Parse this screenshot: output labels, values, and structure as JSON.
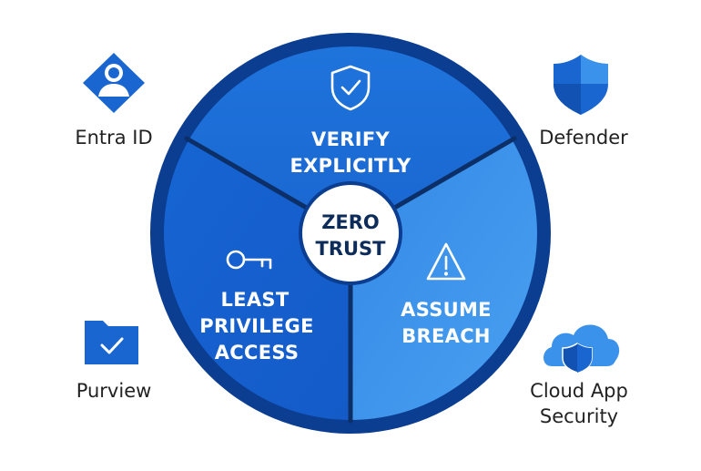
{
  "colors": {
    "ring": "#0b3d91",
    "segment_top": "#1a6bd6",
    "segment_left": "#1560cf",
    "segment_right": "#3b92ea",
    "divider": "#0b2f66",
    "center": "#ffffff",
    "center_text": "#0d2c5a",
    "icon_blue": "#1a66d1"
  },
  "center": {
    "line1": "ZERO",
    "line2": "TRUST"
  },
  "segments": {
    "top": {
      "line1": "VERIFY",
      "line2": "EXPLICITLY",
      "icon": "shield-check-icon"
    },
    "left": {
      "line1": "LEAST",
      "line2": "PRIVILEGE",
      "line3": "ACCESS",
      "icon": "key-icon"
    },
    "right": {
      "line1": "ASSUME",
      "line2": "BREACH",
      "icon": "warning-triangle-icon"
    }
  },
  "products": {
    "entra": {
      "label": "Entra ID",
      "icon": "entra-id-icon"
    },
    "defender": {
      "label": "Defender",
      "icon": "defender-shield-icon"
    },
    "purview": {
      "label": "Purview",
      "icon": "purview-folder-icon"
    },
    "cloud_app": {
      "line1": "Cloud App",
      "line2": "Security",
      "icon": "cloud-shield-icon"
    }
  }
}
